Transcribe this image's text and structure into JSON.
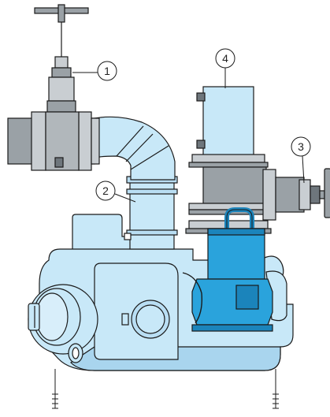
{
  "colors": {
    "body": "#c8e8f8",
    "body_shade": "#a9d5ee",
    "pump": "#2aa3dc",
    "pump_dark": "#1b84bb",
    "grey": "#9aa1a6",
    "grey_light": "#c9ced2",
    "grey_dark": "#6e767c",
    "outline": "#1a1a1a"
  },
  "callouts": [
    {
      "id": "1",
      "label": "1",
      "target": "gate-valve"
    },
    {
      "id": "2",
      "label": "2",
      "target": "inlet-pipe"
    },
    {
      "id": "3",
      "label": "3",
      "target": "side-valve"
    },
    {
      "id": "4",
      "label": "4",
      "target": "discharge-coupling"
    }
  ]
}
